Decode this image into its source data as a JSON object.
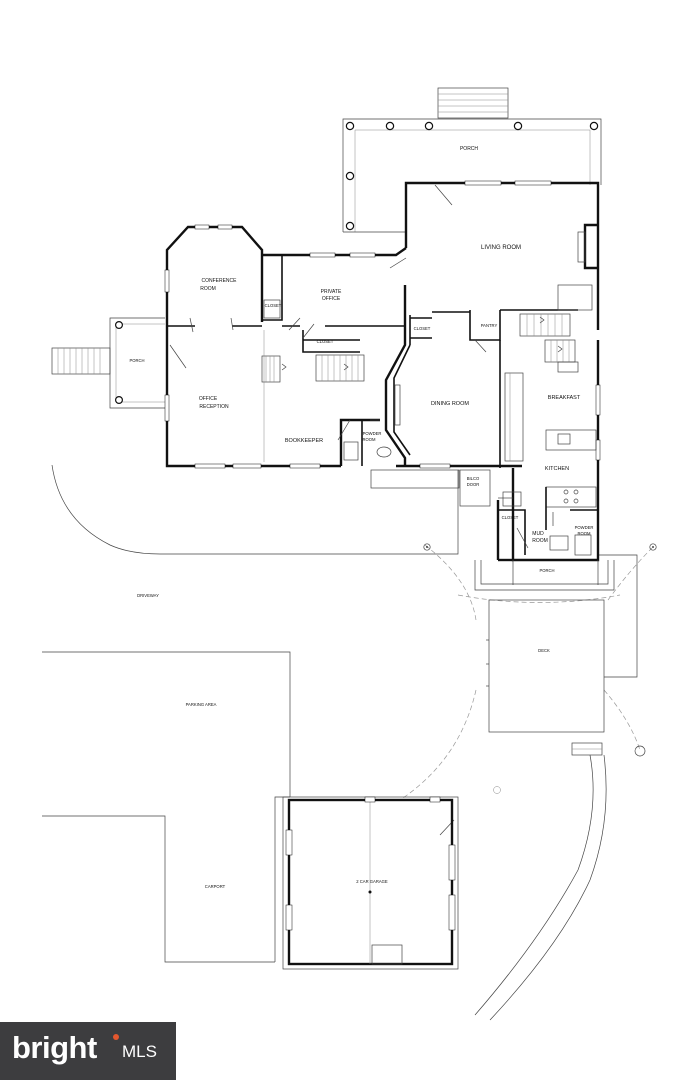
{
  "plan": {
    "labels": {
      "porch_top": "PORCH",
      "living_room": "LIVING ROOM",
      "conference_room_1": "CONFERENCE",
      "conference_room_2": "ROOM",
      "private_office_1": "PRIVATE",
      "private_office_2": "OFFICE",
      "closet_a": "CLOSET",
      "closet_b": "CLOSET",
      "closet_c": "CLOSET",
      "closet_d": "CLOSET",
      "pantry": "PANTRY",
      "porch_left": "PORCH",
      "office_reception_1": "OFFICE",
      "office_reception_2": "RECEPTION",
      "dining_room": "DINING ROOM",
      "breakfast": "BREAKFAST",
      "bookkeeper": "BOOKKEEPER",
      "powder_room_a_1": "POWDER",
      "powder_room_a_2": "ROOM",
      "kitchen": "KITCHEN",
      "bilco_door_1": "BILCO",
      "bilco_door_2": "DOOR",
      "mud_room_1": "MUD",
      "mud_room_2": "ROOM",
      "powder_room_b_1": "POWDER",
      "powder_room_b_2": "ROOM",
      "porch_back": "PORCH",
      "driveway": "DRIVEWAY",
      "deck": "DECK",
      "parking_area": "PARKING AREA",
      "carport": "CARPORT",
      "garage": "2 CAR GARAGE"
    }
  },
  "watermark": {
    "brand": "bright",
    "suffix": "MLS",
    "accent_color": "#e4572e",
    "background_color": "#3d3d3f"
  }
}
